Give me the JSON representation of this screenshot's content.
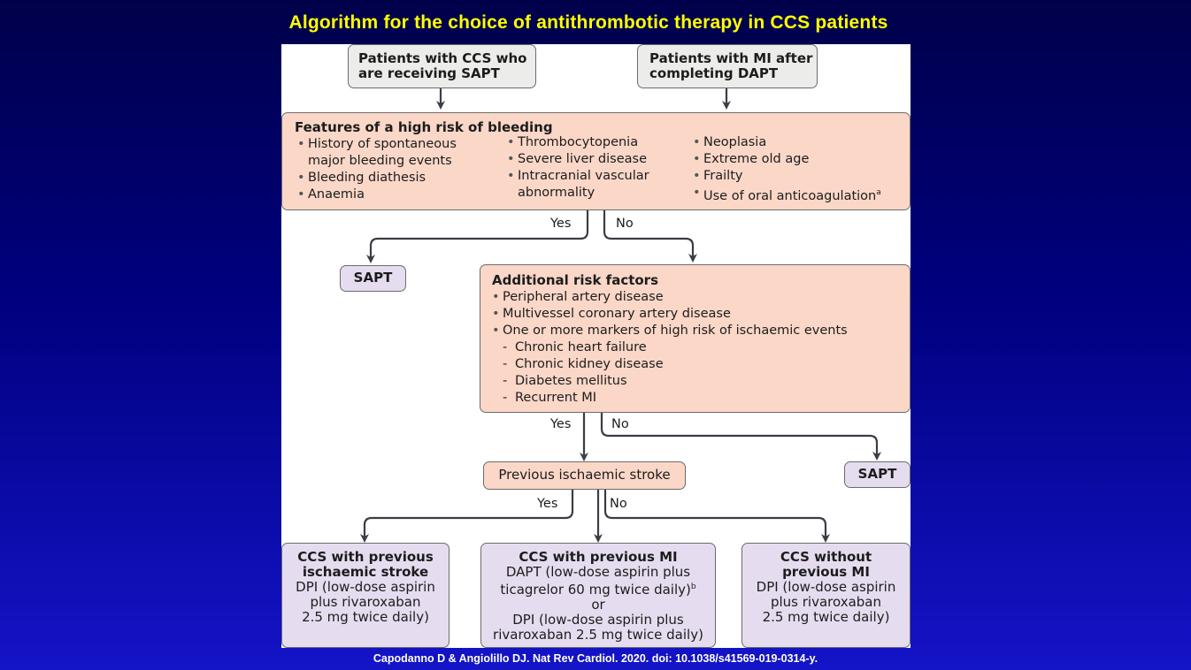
{
  "title": "Algorithm for the choice of antithrombotic therapy in CCS patients",
  "citation": "Capodanno D & Angiolillo DJ.  Nat Rev Cardiol. 2020. doi: 10.1038/s41569-019-0314-y.",
  "start_left": [
    "Patients with CCS who",
    "are receiving SAPT"
  ],
  "start_right": [
    "Patients with MI after",
    "completing DAPT"
  ],
  "bleeding": {
    "heading": "Features of a high risk of bleeding",
    "col1": [
      "History of spontaneous",
      "major bleeding events",
      "Bleeding diathesis",
      "Anaemia"
    ],
    "col2": [
      "Thrombocytopenia",
      "Severe liver disease",
      "Intracranial vascular",
      "abnormality"
    ],
    "col3": [
      "Neoplasia",
      "Extreme old age",
      "Frailty",
      "Use of oral anticoagulation"
    ],
    "col3_sup": "a"
  },
  "yes": "Yes",
  "no": "No",
  "sapt": "SAPT",
  "additional": {
    "heading": "Additional risk factors",
    "bullets": [
      "Peripheral artery disease",
      "Multivessel coronary artery disease",
      "One or more markers of high risk of ischaemic events"
    ],
    "dashes": [
      "Chronic heart failure",
      "Chronic kidney disease",
      "Diabetes mellitus",
      "Recurrent MI"
    ]
  },
  "stroke_question": "Previous ischaemic stroke",
  "outcome_left": {
    "title": [
      "CCS with previous",
      "ischaemic stroke"
    ],
    "body": [
      "DPI (low-dose aspirin",
      "plus rivaroxaban",
      "2.5 mg twice daily)"
    ]
  },
  "outcome_middle": {
    "title": "CCS with previous MI",
    "line1": "DAPT (low-dose aspirin plus",
    "line2": "ticagrelor 60 mg twice daily)",
    "line2_sup": "b",
    "or": "or",
    "line3": "DPI (low-dose aspirin plus",
    "line4": "rivaroxaban 2.5 mg twice daily)"
  },
  "outcome_right": {
    "title": [
      "CCS without",
      "previous MI"
    ],
    "body": [
      "DPI (low-dose aspirin",
      "plus rivaroxaban",
      "2.5 mg twice daily)"
    ]
  },
  "colors": {
    "title": "#ffff00",
    "salmon": "#fbd7c8",
    "lilac": "#e6dcef",
    "grey": "#ececea"
  }
}
